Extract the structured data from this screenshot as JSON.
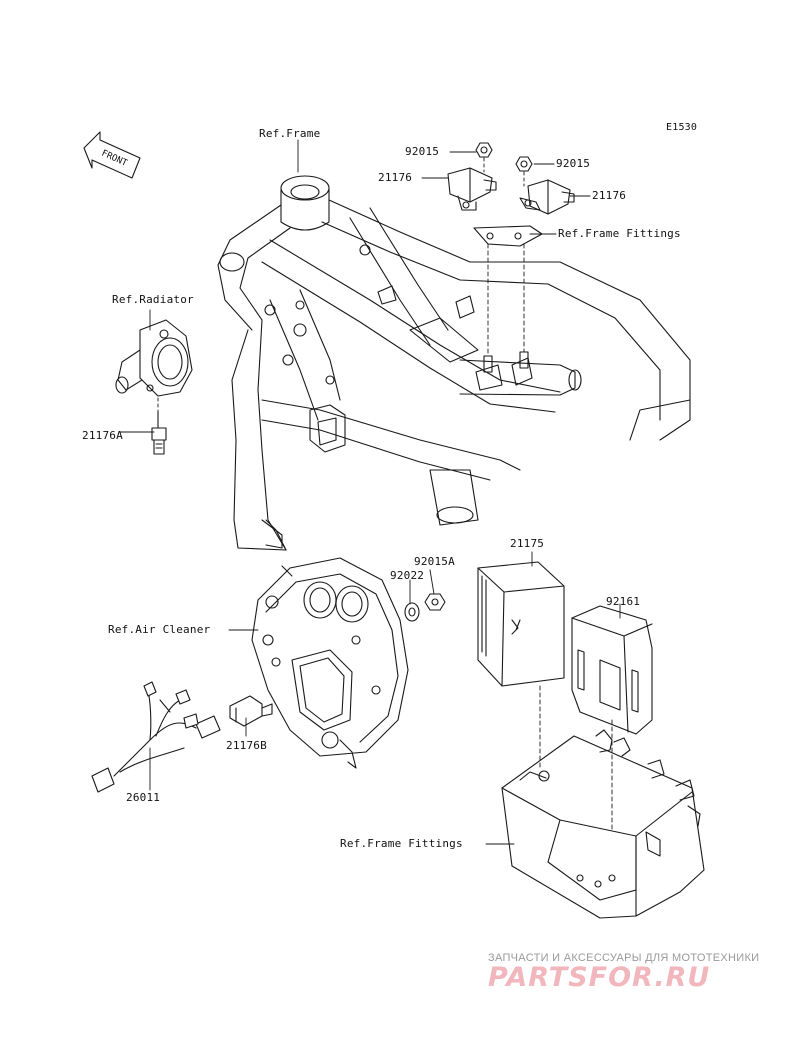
{
  "diagram": {
    "code": "E1530",
    "front_label": "FRONT",
    "labels": {
      "ref_frame": "Ref.Frame",
      "ref_radiator": "Ref.Radiator",
      "ref_frame_fittings_top": "Ref.Frame Fittings",
      "ref_air_cleaner": "Ref.Air Cleaner",
      "ref_frame_fittings_bottom": "Ref.Frame Fittings",
      "nut_left": "92015",
      "nut_right": "92015",
      "sensor_left": "21176",
      "sensor_right": "21176",
      "temp_sensor": "21176A",
      "ecu": "21175",
      "nut_ecu": "92015A",
      "washer": "92022",
      "cover": "92161",
      "sensor_b": "21176B",
      "harness": "26011"
    }
  },
  "watermark": {
    "tagline": "ЗАПЧАСТИ И АКСЕССУАРЫ ДЛЯ МОТОТЕХНИКИ",
    "logo": "PARTSFOR.RU"
  }
}
